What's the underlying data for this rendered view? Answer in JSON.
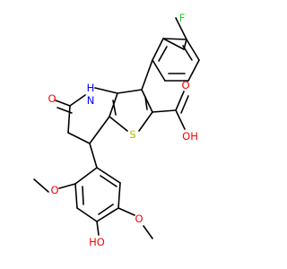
{
  "molecule": {
    "atom_labels": {
      "F": "F",
      "NH": "H",
      "N": "N",
      "O_keto": "O",
      "S": "S",
      "OH_acid_O": "O",
      "OH_acid_H": "OH",
      "O_acid_keto": "O",
      "O_methoxy_left": "O",
      "O_methoxy_right": "O",
      "OH_phenol": "HO"
    },
    "colors": {
      "carbon_bonds": "#000000",
      "oxygen": "#ff0000",
      "nitrogen": "#0000ff",
      "sulfur": "#b8b800",
      "fluorine": "#33cc33"
    }
  }
}
